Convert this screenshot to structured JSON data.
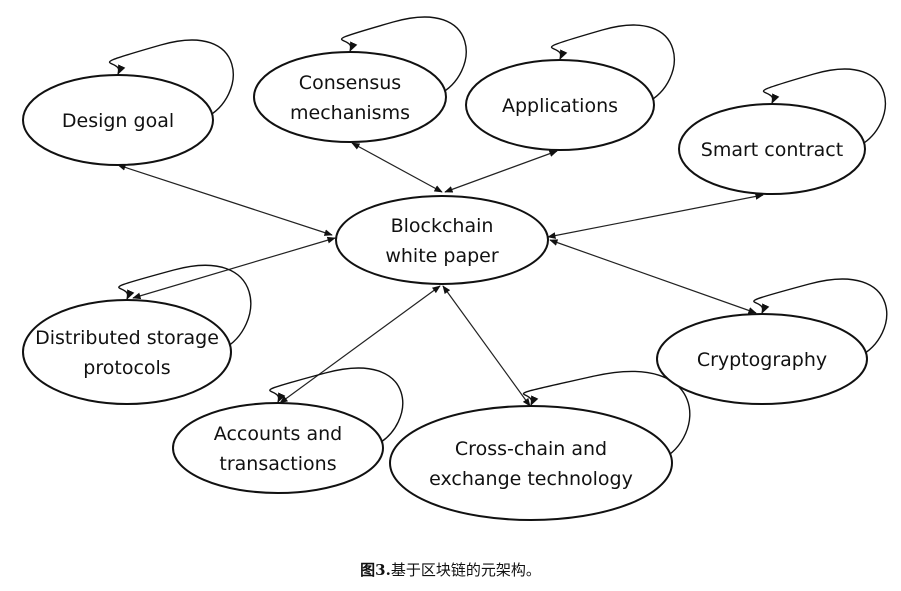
{
  "diagram": {
    "center": {
      "id": "blockchain",
      "lines": [
        "Blockchain",
        "white paper"
      ]
    },
    "nodes": [
      {
        "id": "design-goal",
        "lines": [
          "Design goal"
        ],
        "self_loop": true
      },
      {
        "id": "consensus",
        "lines": [
          "Consensus",
          "mechanisms"
        ],
        "self_loop": true
      },
      {
        "id": "applications",
        "lines": [
          "Applications"
        ],
        "self_loop": true
      },
      {
        "id": "smart-contract",
        "lines": [
          "Smart contract"
        ],
        "self_loop": true
      },
      {
        "id": "distributed-storage",
        "lines": [
          "Distributed storage",
          "protocols"
        ],
        "self_loop": true
      },
      {
        "id": "cryptography",
        "lines": [
          "Cryptography"
        ],
        "self_loop": true
      },
      {
        "id": "accounts",
        "lines": [
          "Accounts and",
          "transactions"
        ],
        "self_loop": true
      },
      {
        "id": "cross-chain",
        "lines": [
          "Cross-chain and",
          "exchange technology"
        ],
        "self_loop": true
      }
    ],
    "edges": [
      {
        "from": "blockchain",
        "to": "design-goal",
        "type": "bidirectional"
      },
      {
        "from": "blockchain",
        "to": "consensus",
        "type": "bidirectional"
      },
      {
        "from": "blockchain",
        "to": "applications",
        "type": "bidirectional"
      },
      {
        "from": "blockchain",
        "to": "smart-contract",
        "type": "bidirectional"
      },
      {
        "from": "blockchain",
        "to": "distributed-storage",
        "type": "bidirectional"
      },
      {
        "from": "blockchain",
        "to": "cryptography",
        "type": "bidirectional"
      },
      {
        "from": "blockchain",
        "to": "accounts",
        "type": "bidirectional"
      },
      {
        "from": "blockchain",
        "to": "cross-chain",
        "type": "bidirectional"
      }
    ]
  },
  "caption": {
    "prefix": "图3.",
    "text": "基于区块链的元架构。"
  }
}
